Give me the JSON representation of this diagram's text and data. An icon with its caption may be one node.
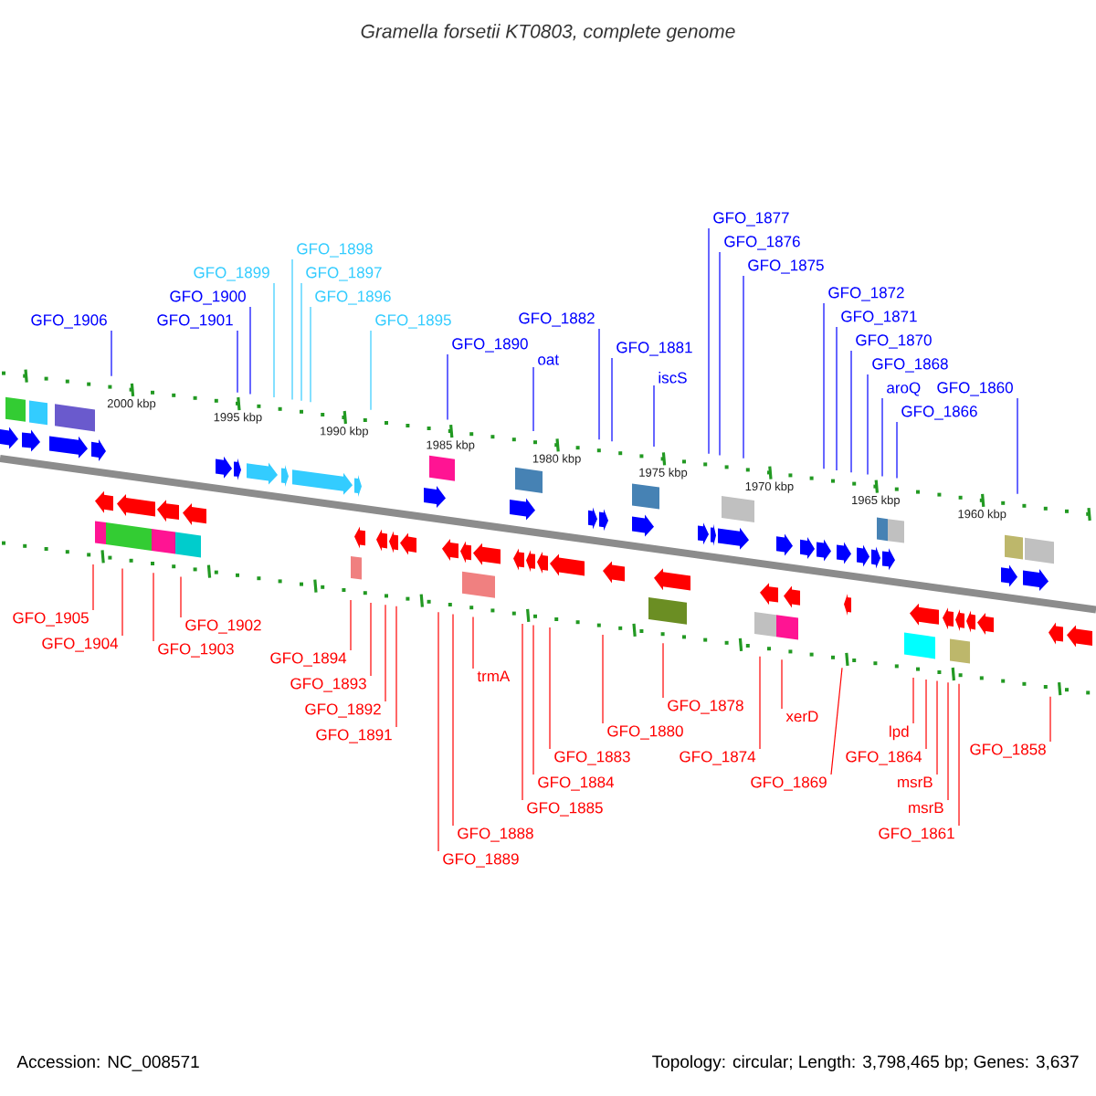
{
  "diagram": {
    "title": "Gramella forsetii KT0803, complete genome",
    "nodes": [
      {
        "text": [
          "GFO_1906"
        ]
      },
      {
        "text": [
          "GFO_1901"
        ]
      },
      {
        "text": [
          "GFO_1900"
        ]
      },
      {
        "text": [
          "GFO_1898"
        ]
      },
      {
        "text": [
          "GFO_1897"
        ]
      },
      {
        "text": [
          "GFO_1899"
        ]
      },
      {
        "text": [
          "GFO_1896"
        ]
      },
      {
        "text": [
          "GFO_1895"
        ]
      },
      {
        "text": [
          "GFO_1890"
        ]
      },
      {
        "text": [
          "oat"
        ]
      },
      {
        "text": [
          "GFO_1882"
        ]
      },
      {
        "text": [
          "GFO_1881"
        ]
      },
      {
        "text": [
          "iscS"
        ]
      },
      {
        "text": [
          "GFO_1877"
        ]
      },
      {
        "text": [
          "GFO_1876"
        ]
      },
      {
        "text": [
          "GFO_1875"
        ]
      },
      {
        "text": [
          "GFO_1872"
        ]
      },
      {
        "text": [
          "GFO_1871"
        ]
      },
      {
        "text": [
          "GFO_1870"
        ]
      },
      {
        "text": [
          "GFO_1868"
        ]
      },
      {
        "text": [
          "aroQ"
        ]
      },
      {
        "text": [
          "GFO_1866"
        ]
      },
      {
        "text": [
          "GFO_1860"
        ]
      },
      {
        "text": [
          "GFO_1905"
        ]
      },
      {
        "text": [
          "GFO_1904"
        ]
      },
      {
        "text": [
          "GFO_1903"
        ]
      },
      {
        "text": [
          "GFO_1902"
        ]
      },
      {
        "text": [
          "GFO_1894"
        ]
      },
      {
        "text": [
          "GFO_1891"
        ]
      },
      {
        "text": [
          "GFO_1892"
        ]
      },
      {
        "text": [
          "GFO_1893"
        ]
      },
      {
        "text": [
          "GFO_1889"
        ]
      },
      {
        "text": [
          "GFO_1888"
        ]
      },
      {
        "text": [
          "trmA"
        ]
      },
      {
        "text": [
          "GFO_1885"
        ]
      },
      {
        "text": [
          "GFO_1884"
        ]
      },
      {
        "text": [
          "GFO_1883"
        ]
      },
      {
        "text": [
          "GFO_1880"
        ]
      },
      {
        "text": [
          "GFO_1878"
        ]
      },
      {
        "text": [
          "GFO_1874"
        ]
      },
      {
        "text": [
          "xerD"
        ]
      },
      {
        "text": [
          "GFO_1869"
        ]
      },
      {
        "text": [
          "lpd"
        ]
      },
      {
        "text": [
          "msrB"
        ]
      },
      {
        "text": [
          "GFO_1864"
        ]
      },
      {
        "text": [
          "GFO_1861"
        ]
      },
      {
        "text": [
          "msrB"
        ]
      },
      {
        "text": [
          "GFO_1858"
        ]
      }
    ],
    "edges": [
      {
        "from": 0,
        "to": null,
        "arrow": "none",
        "color": "#0000ff"
      },
      {
        "from": 1,
        "to": null,
        "arrow": "none",
        "color": "#0000ff"
      },
      {
        "from": 2,
        "to": null,
        "arrow": "none",
        "color": "#0000ff"
      },
      {
        "from": 3,
        "to": null,
        "arrow": "none",
        "color": "#33ccff"
      },
      {
        "from": 4,
        "to": null,
        "arrow": "none",
        "color": "#33ccff"
      },
      {
        "from": 5,
        "to": null,
        "arrow": "none",
        "color": "#33ccff"
      },
      {
        "from": 6,
        "to": null,
        "arrow": "none",
        "color": "#33ccff"
      },
      {
        "from": 7,
        "to": null,
        "arrow": "none",
        "color": "#33ccff"
      },
      {
        "from": 8,
        "to": null,
        "arrow": "none",
        "color": "#0000ff"
      },
      {
        "from": 9,
        "to": null,
        "arrow": "none",
        "color": "#0000ff"
      },
      {
        "from": 10,
        "to": null,
        "arrow": "none",
        "color": "#0000ff"
      },
      {
        "from": 11,
        "to": null,
        "arrow": "none",
        "color": "#0000ff"
      },
      {
        "from": 12,
        "to": null,
        "arrow": "none",
        "color": "#0000ff"
      },
      {
        "from": 13,
        "to": null,
        "arrow": "none",
        "color": "#0000ff"
      },
      {
        "from": 14,
        "to": null,
        "arrow": "none",
        "color": "#0000ff"
      },
      {
        "from": 15,
        "to": null,
        "arrow": "none",
        "color": "#0000ff"
      },
      {
        "from": 16,
        "to": null,
        "arrow": "none",
        "color": "#0000ff"
      },
      {
        "from": 17,
        "to": null,
        "arrow": "none",
        "color": "#0000ff"
      },
      {
        "from": 18,
        "to": null,
        "arrow": "none",
        "color": "#0000ff"
      },
      {
        "from": 19,
        "to": null,
        "arrow": "none",
        "color": "#0000ff"
      },
      {
        "from": 20,
        "to": null,
        "arrow": "none",
        "color": "#0000ff"
      },
      {
        "from": 21,
        "to": null,
        "arrow": "none",
        "color": "#0000ff"
      },
      {
        "from": 22,
        "to": null,
        "arrow": "none",
        "color": "#0000ff"
      },
      {
        "from": 23,
        "to": null,
        "arrow": "none"
      },
      {
        "from": 24,
        "to": null,
        "arrow": "none"
      },
      {
        "from": 25,
        "to": null,
        "arrow": "none"
      },
      {
        "from": 26,
        "to": null,
        "arrow": "none"
      },
      {
        "from": 27,
        "to": null,
        "arrow": "none"
      },
      {
        "from": 28,
        "to": null,
        "arrow": "none"
      },
      {
        "from": 29,
        "to": null,
        "arrow": "none"
      },
      {
        "from": 30,
        "to": null,
        "arrow": "none"
      },
      {
        "from": 31,
        "to": null,
        "arrow": "none"
      },
      {
        "from": 32,
        "to": null,
        "arrow": "none"
      },
      {
        "from": 33,
        "to": null,
        "arrow": "none"
      },
      {
        "from": 34,
        "to": null,
        "arrow": "none"
      },
      {
        "from": 35,
        "to": null,
        "arrow": "none"
      },
      {
        "from": 36,
        "to": null,
        "arrow": "none"
      },
      {
        "from": 37,
        "to": null,
        "arrow": "none"
      },
      {
        "from": 38,
        "to": null,
        "arrow": "none"
      },
      {
        "from": 39,
        "to": null,
        "arrow": "none"
      },
      {
        "from": 40,
        "to": null,
        "arrow": "none"
      },
      {
        "from": 41,
        "to": null,
        "arrow": "none"
      },
      {
        "from": 42,
        "to": null,
        "arrow": "none"
      },
      {
        "from": 43,
        "to": null,
        "arrow": "none"
      },
      {
        "from": 44,
        "to": null,
        "arrow": "none"
      },
      {
        "from": 45,
        "to": null,
        "arrow": "none"
      },
      {
        "from": 46,
        "to": null,
        "arrow": "none"
      },
      {
        "from": 47,
        "to": null,
        "arrow": "none"
      }
    ],
    "labels": [
      "2000 kbp",
      "1995 kbp",
      "1990 kbp",
      "1985 kbp",
      "1980 kbp",
      "1975 kbp",
      "1970 kbp",
      "1965 kbp",
      "1960 kbp",
      "Accession: NC_008571",
      "Topology: circular; Length: 3,798,465 bp; Genes: 3,637"
    ]
  }
}
